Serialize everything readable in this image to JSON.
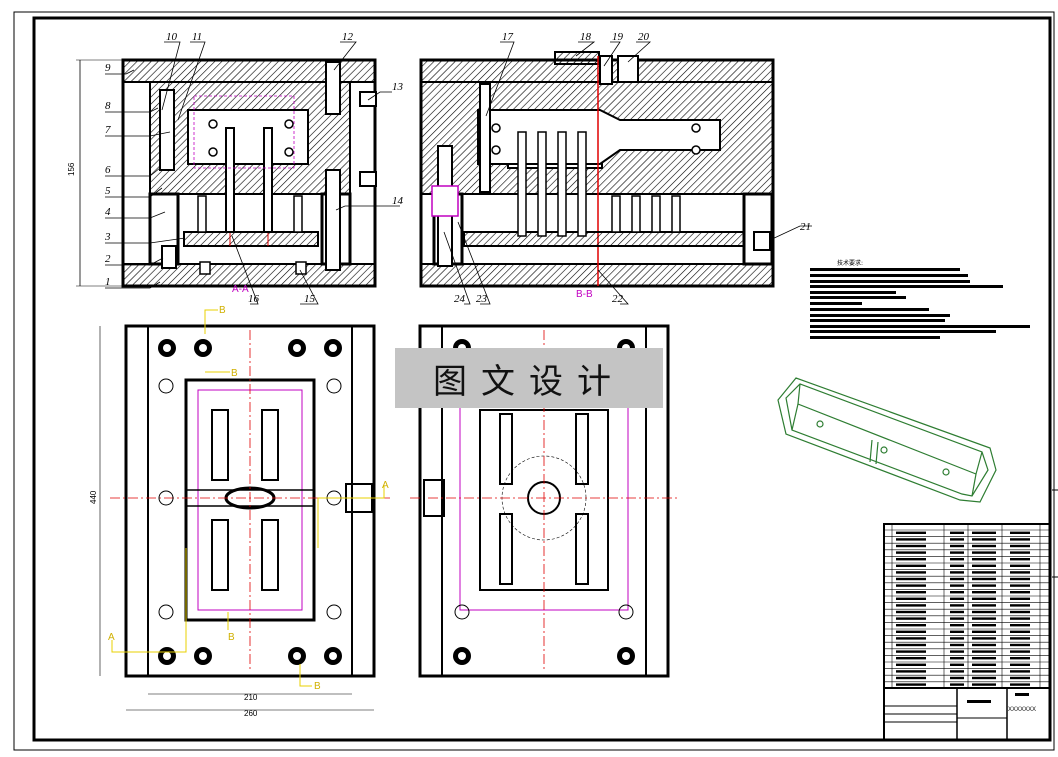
{
  "drawing": {
    "part_labels": [
      "1",
      "2",
      "3",
      "4",
      "5",
      "6",
      "7",
      "8",
      "9",
      "10",
      "11",
      "12",
      "13",
      "14",
      "15",
      "16",
      "17",
      "18",
      "19",
      "20",
      "21",
      "22",
      "23",
      "24"
    ],
    "section_labels": {
      "aa": "A-A",
      "bb": "B-B"
    },
    "cut_markers": {
      "a": "A",
      "b": "B"
    },
    "dimensions": {
      "height": "156",
      "width_inner": "210",
      "width_outer": "260",
      "length": "440"
    },
    "technical_requirements_title": "技术要求:",
    "drawing_number": "XXXXXXX"
  },
  "watermark": {
    "text": "图文设计"
  },
  "colors": {
    "line": "#000000",
    "section_line": "#c000c0",
    "center_line": "#e00000",
    "cut_line": "#e8d000",
    "iso_model": "#2e7d32",
    "watermark_bg": "#c4c4c4"
  }
}
